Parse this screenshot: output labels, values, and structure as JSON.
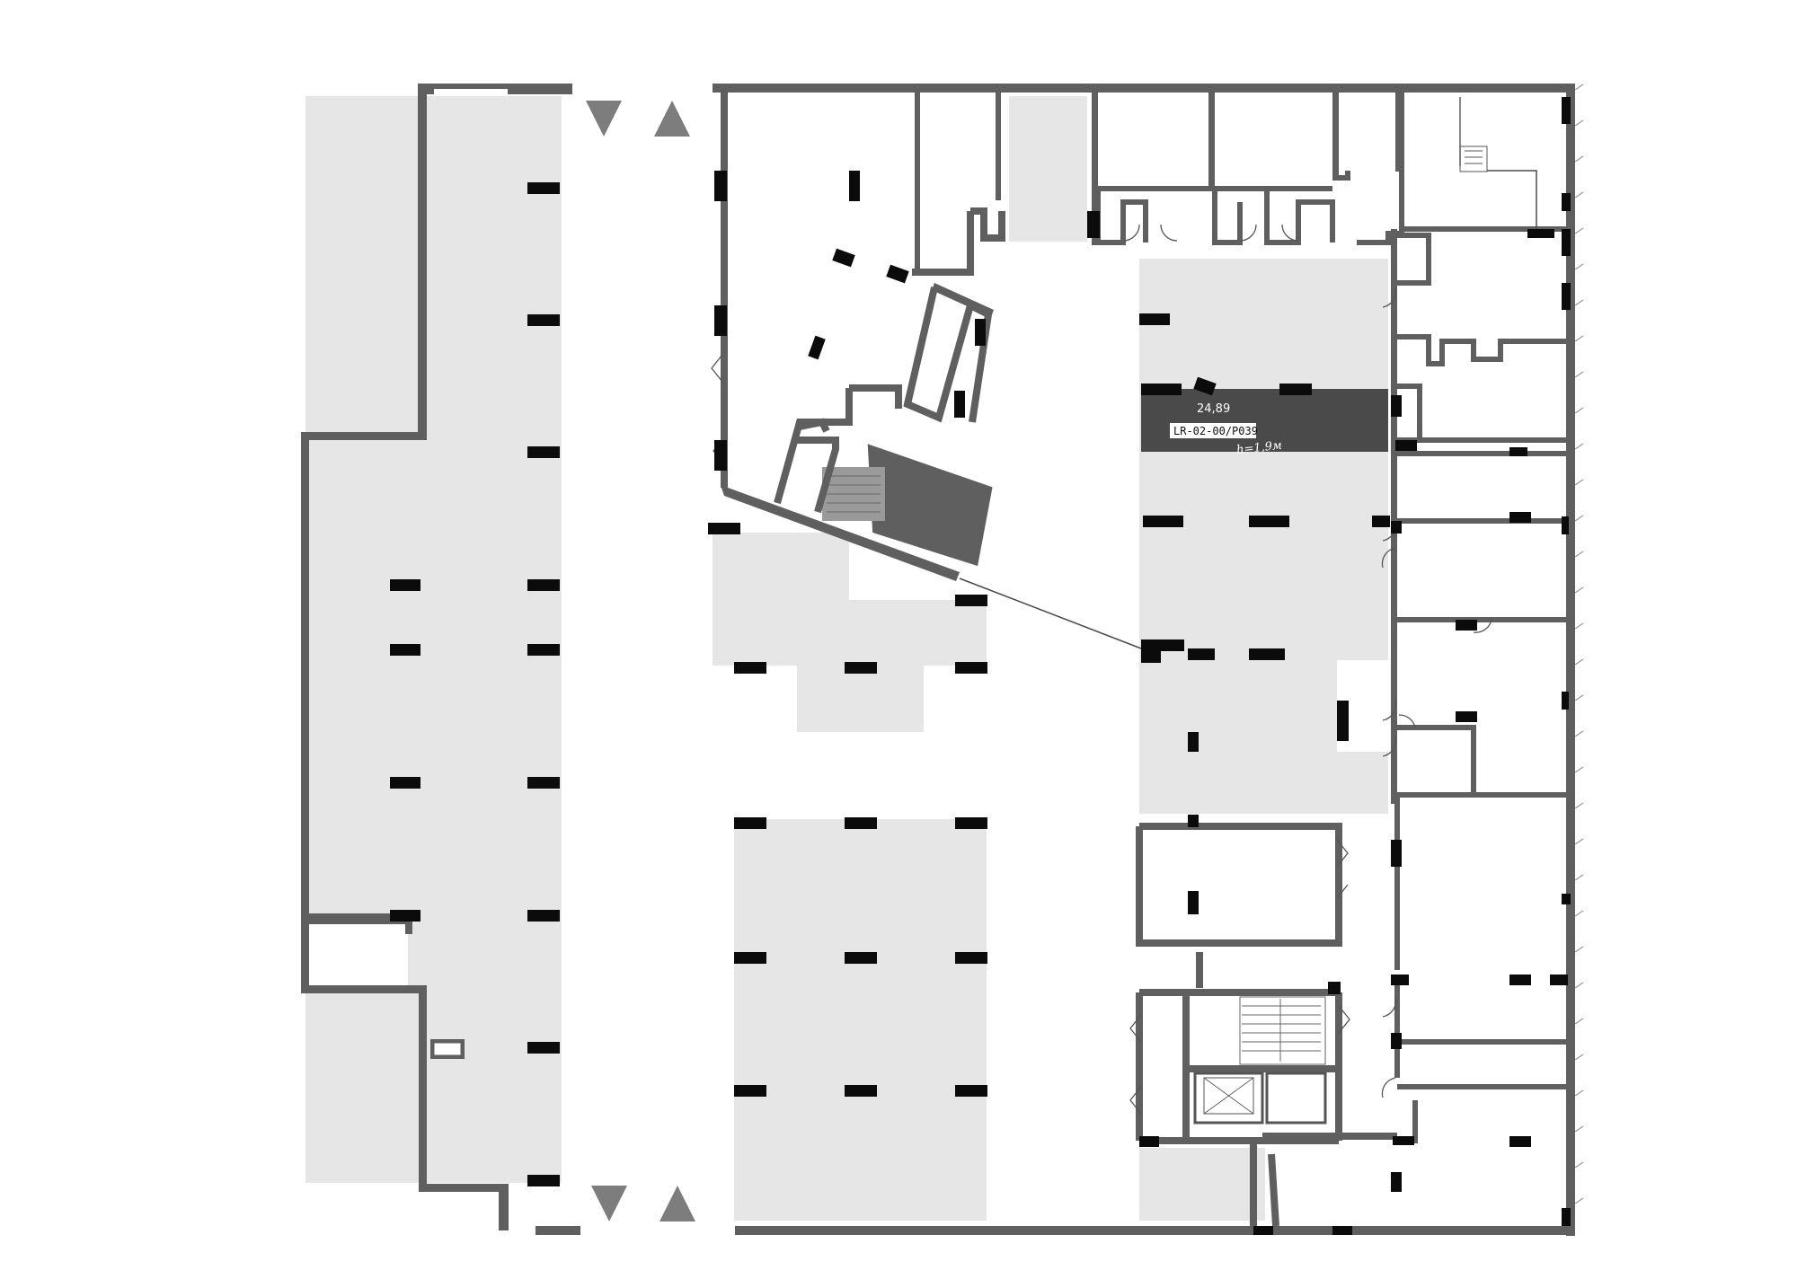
{
  "plan": {
    "highlighted_space": {
      "area": "24,89",
      "code": "LR-02-00/P039",
      "height": "h=1,9м"
    }
  },
  "colors": {
    "wall": "#5f5f5f",
    "parking_zone": "#e6e6e6",
    "column": "#0b0b0b",
    "selected_space": "#4a4a4a",
    "direction_arrow": "#7d7d7d"
  },
  "icons": [
    "arrow-down-icon",
    "arrow-up-icon"
  ]
}
